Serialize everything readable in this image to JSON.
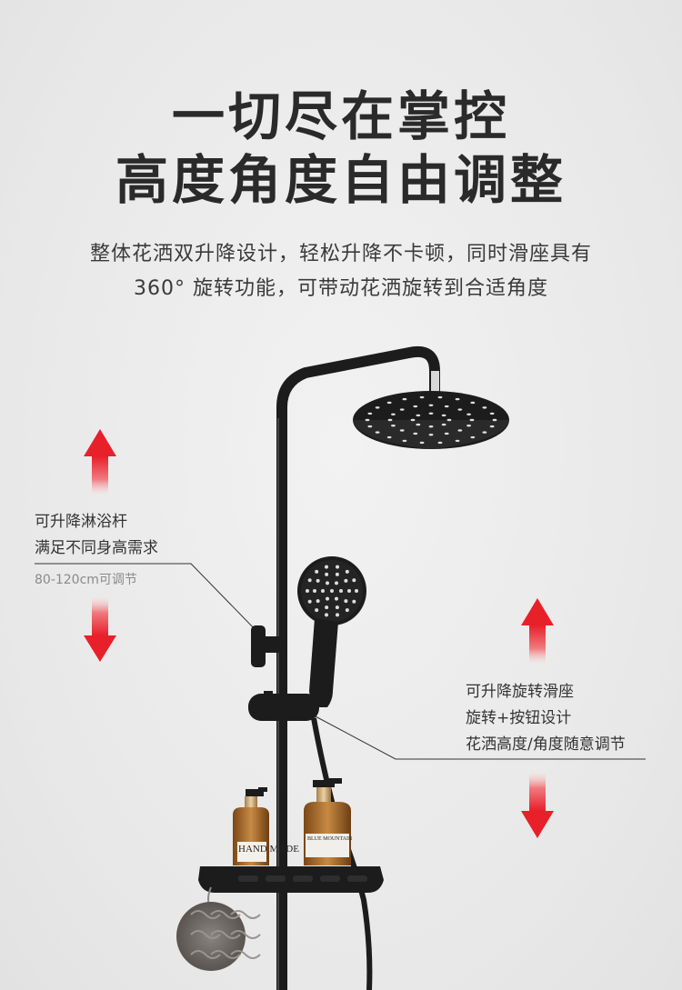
{
  "headline": {
    "line1": "一切尽在掌控",
    "line2": "高度角度自由调整"
  },
  "description": {
    "line1": "整体花洒双升降设计，轻松升降不卡顿，同时滑座具有",
    "line2": "360° 旋转功能，可带动花洒旋转到合适角度"
  },
  "left_callout": {
    "line1": "可升降淋浴杆",
    "line2": "满足不同身高需求",
    "line3": "80-120cm可调节"
  },
  "right_callout": {
    "line1": "可升降旋转滑座",
    "line2": "旋转+按钮设计",
    "line3": "花洒高度/角度随意调节"
  },
  "bottles": {
    "left_label": "HAND MADE",
    "right_label": "BLUE MOUNTAIN"
  },
  "colors": {
    "arrow_red": "#e8202a",
    "fixture_black": "#1c1c1c",
    "bottle_amber": "#a86a2c"
  }
}
